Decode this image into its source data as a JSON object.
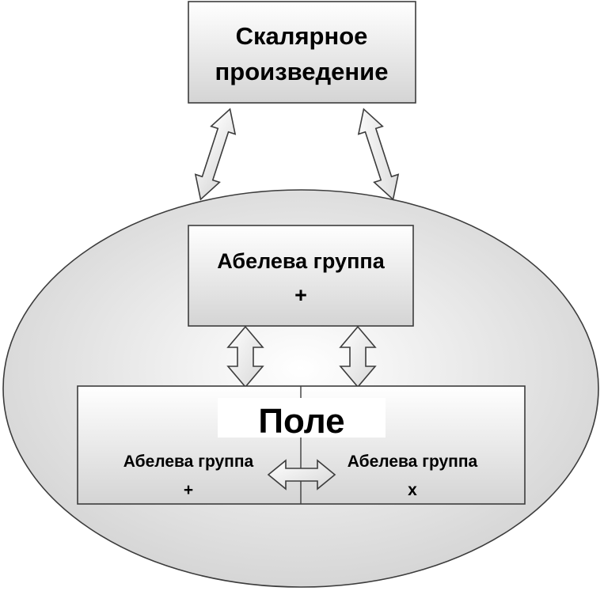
{
  "diagram": {
    "scalar_product": {
      "line1": "Скалярное",
      "line2": "произведение"
    },
    "abelian_group_top": {
      "line1": "Абелева группа",
      "line2": "+"
    },
    "field": {
      "title": "Поле",
      "left_group": {
        "line1": "Абелева группа",
        "line2": "+"
      },
      "right_group": {
        "line1": "Абелева группа",
        "line2": "x"
      }
    }
  },
  "colors": {
    "box_fill_top": "#ffffff",
    "box_fill_bottom": "#d4d4d4",
    "stroke": "#3c3c3c",
    "arrow_fill": "#e8e8e8"
  }
}
